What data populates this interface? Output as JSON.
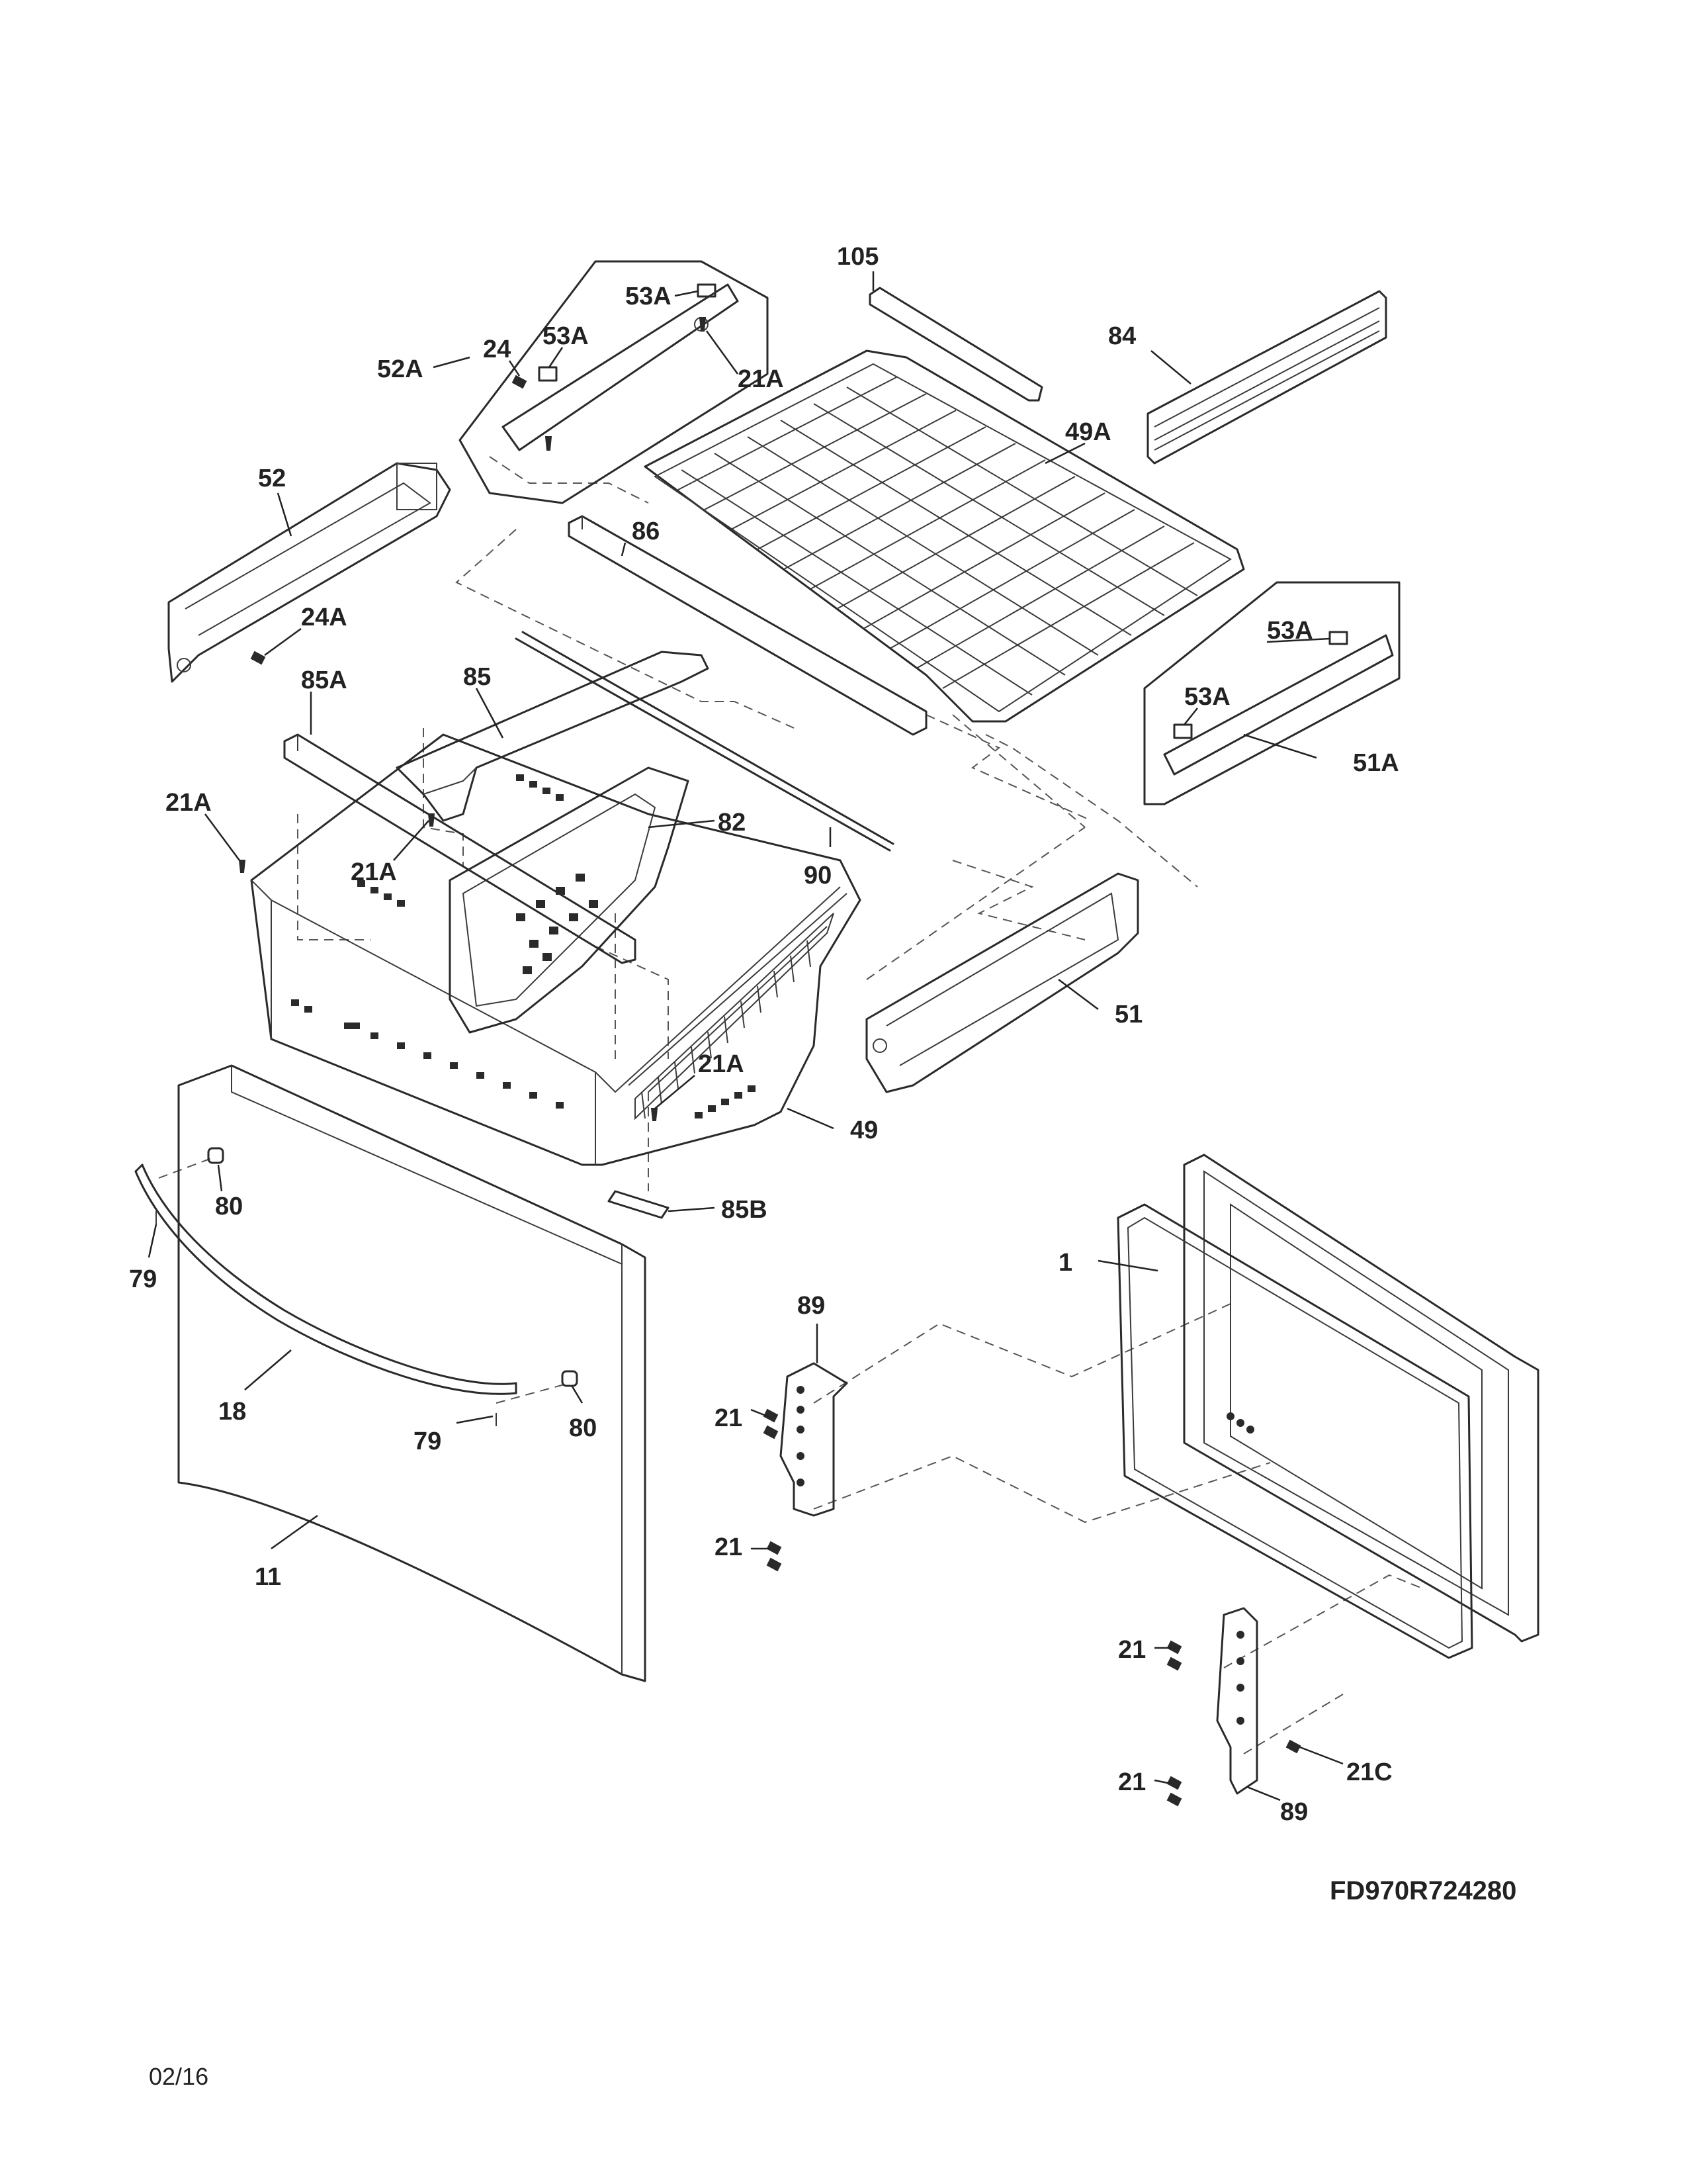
{
  "diagram_code": "FD970R724280",
  "date_code": "02/16",
  "callouts": [
    "53A",
    "53A",
    "24",
    "52A",
    "21A",
    "105",
    "84",
    "49A",
    "52",
    "86",
    "24A",
    "53A",
    "53A",
    "51A",
    "85",
    "85A",
    "21A",
    "21A",
    "82",
    "90",
    "51",
    "21A",
    "49",
    "80",
    "85B",
    "79",
    "1",
    "89",
    "18",
    "79",
    "80",
    "21",
    "21",
    "11",
    "21",
    "21C",
    "21",
    "89"
  ]
}
